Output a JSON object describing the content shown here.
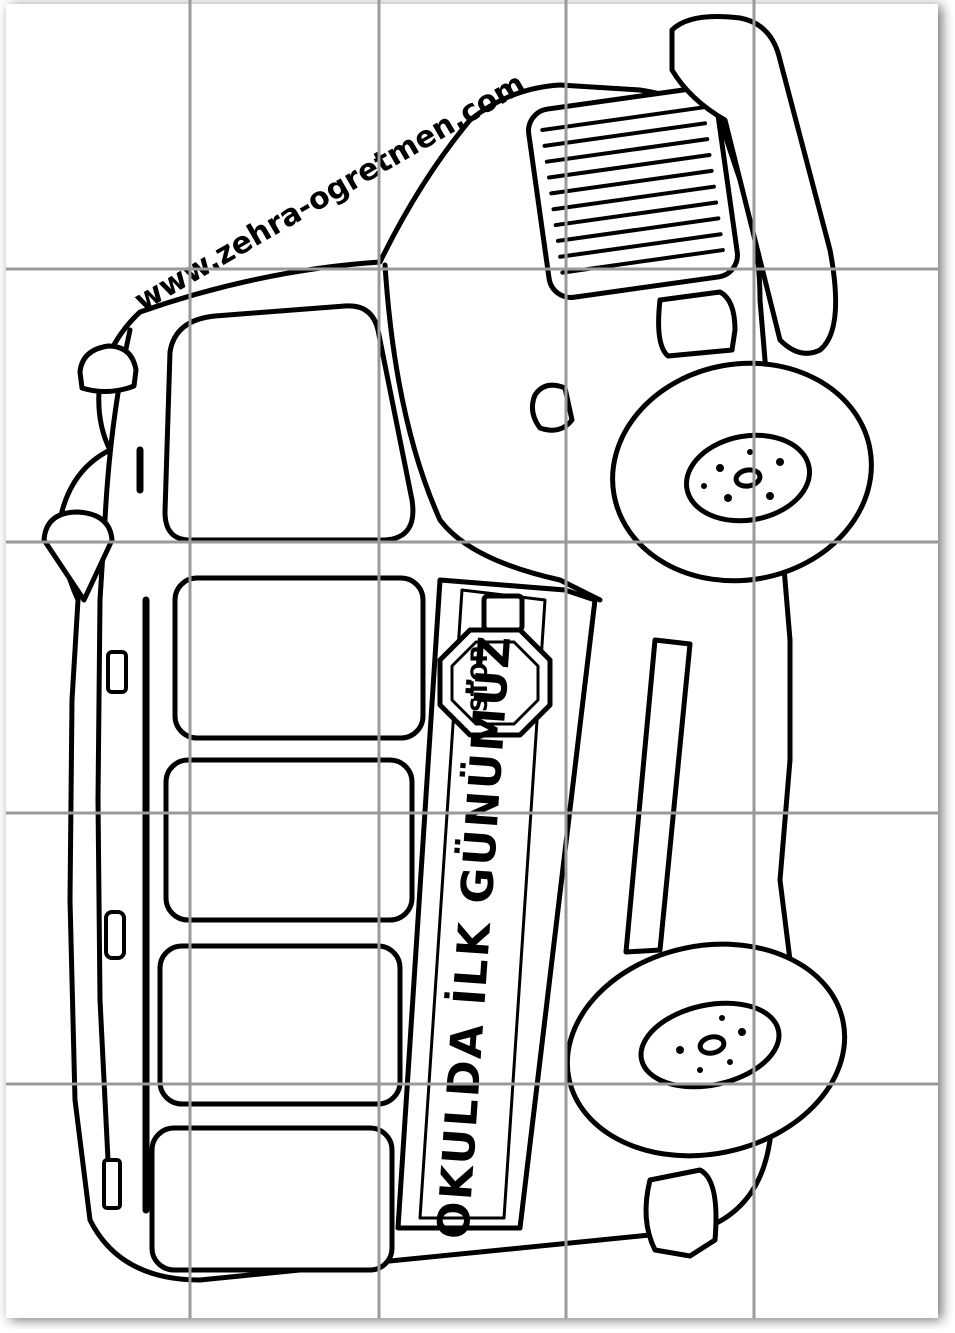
{
  "worksheet": {
    "watermark": "www.zehra-ogretmen.com",
    "banner_text": "OKULDA İLK GÜNÜMÜZ",
    "stop_sign_text": "STOP",
    "grid": {
      "columns": 5,
      "rows": 5
    },
    "colors": {
      "paper": "#ffffff",
      "ink": "#000000",
      "grid_line": "#9a9a9a",
      "page_shadow": "#5a5a5a"
    }
  }
}
